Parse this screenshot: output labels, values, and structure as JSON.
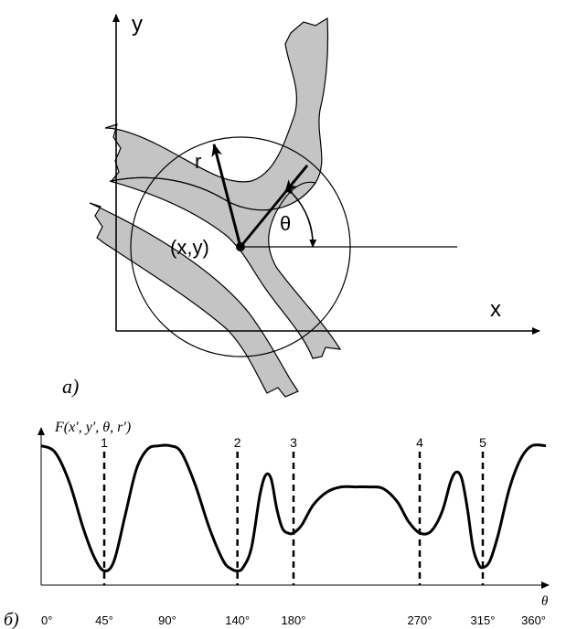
{
  "diagram_a": {
    "y_axis_label": "y",
    "x_axis_label": "x",
    "radius_label": "r",
    "angle_label": "θ",
    "center_label": "(x,y)",
    "caption": "а)"
  },
  "chart_data": {
    "type": "line",
    "title": "",
    "ylabel": "F(x′, y′, θ, r′)",
    "xlabel": "θ",
    "xlim": [
      0,
      360
    ],
    "x_ticks": [
      0,
      45,
      90,
      140,
      180,
      270,
      315,
      360
    ],
    "x_tick_labels": [
      "0°",
      "45°",
      "90°",
      "140°",
      "180°",
      "270°",
      "315°",
      "360°"
    ],
    "minima": [
      {
        "label": "1",
        "x": 45
      },
      {
        "label": "2",
        "x": 140
      },
      {
        "label": "3",
        "x": 180
      },
      {
        "label": "4",
        "x": 270
      },
      {
        "label": "5",
        "x": 315
      }
    ],
    "caption": "б)",
    "series": [
      {
        "values_note_free": true,
        "x": [
          0,
          10,
          20,
          30,
          38,
          45,
          52,
          60,
          68,
          76,
          84,
          92,
          100,
          110,
          120,
          130,
          136,
          140,
          144,
          150,
          156,
          160,
          164,
          168,
          172,
          176,
          180,
          186,
          194,
          204,
          214,
          224,
          234,
          244,
          254,
          262,
          270,
          278,
          286,
          292,
          296,
          300,
          304,
          308,
          312,
          315,
          320,
          326,
          334,
          342,
          350,
          360
        ],
        "y": [
          0.78,
          0.74,
          0.56,
          0.28,
          0.1,
          0.02,
          0.08,
          0.36,
          0.64,
          0.76,
          0.78,
          0.78,
          0.74,
          0.54,
          0.28,
          0.08,
          0.03,
          0.02,
          0.04,
          0.16,
          0.48,
          0.6,
          0.58,
          0.4,
          0.28,
          0.25,
          0.25,
          0.3,
          0.42,
          0.5,
          0.53,
          0.53,
          0.53,
          0.52,
          0.44,
          0.32,
          0.25,
          0.26,
          0.38,
          0.56,
          0.62,
          0.58,
          0.4,
          0.16,
          0.06,
          0.04,
          0.08,
          0.24,
          0.52,
          0.7,
          0.78,
          0.78
        ]
      }
    ]
  }
}
